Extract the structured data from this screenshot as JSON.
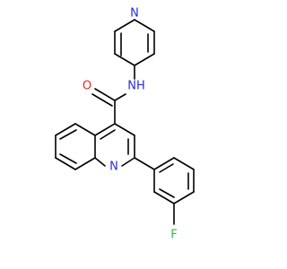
{
  "molecule": {
    "colors": {
      "bond": "#000000",
      "nitrogen": "#2a2adb",
      "oxygen": "#e8281f",
      "fluorine": "#33b84a"
    },
    "atoms": {
      "pyridine_n": "N",
      "amide_nh": "NH",
      "carbonyl_o": "O",
      "quinoline_n": "N",
      "fluorine": "F"
    }
  }
}
